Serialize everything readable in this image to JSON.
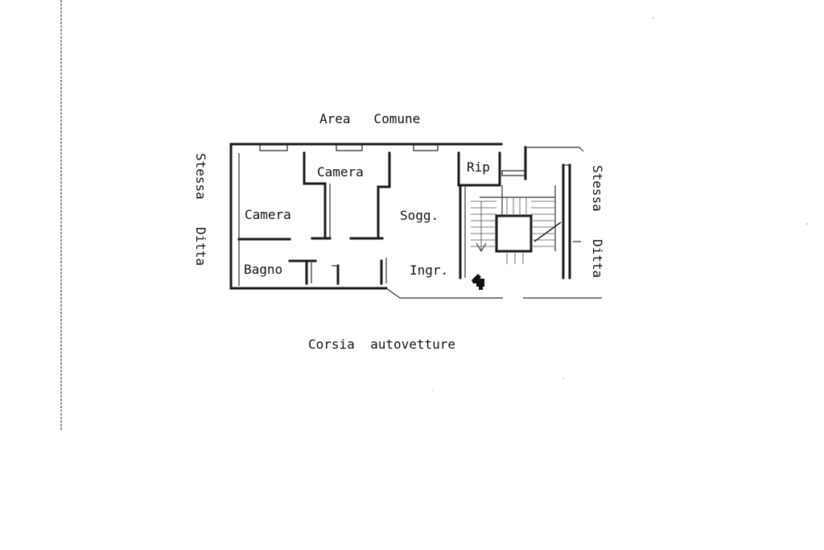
{
  "labels": {
    "top": "Area   Comune",
    "bottom": "Corsia  autovetture",
    "side_left_1": "Stessa",
    "side_left_2": "Ditta",
    "side_right_1": "Stessa",
    "side_right_2": "Ditta"
  },
  "rooms": {
    "camera_1": "Camera",
    "camera_2": "Camera",
    "soggiorno": "Sogg.",
    "ripostiglio": "Rip",
    "bagno": "Bagno",
    "ingresso": "Ingr."
  },
  "icons": {
    "entrance": "pointing-hand-icon",
    "stairs": "staircase-icon"
  },
  "colors": {
    "ink": "#1a1a1a",
    "paper": "#ffffff"
  }
}
